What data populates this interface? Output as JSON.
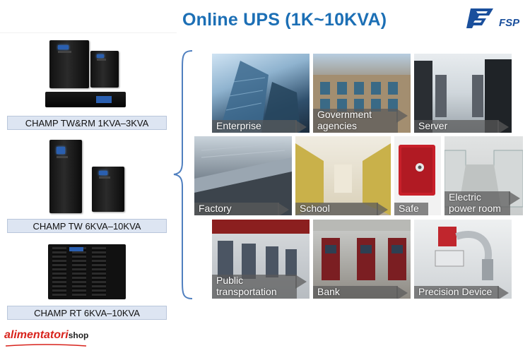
{
  "header": {
    "title": "Online UPS (1K~10KVA)",
    "brand_text": "FSP"
  },
  "products": [
    {
      "label": "CHAMP TW&RM 1KVA–3KVA"
    },
    {
      "label": "CHAMP TW 6KVA–10KVA"
    },
    {
      "label": "CHAMP RT 6KVA–10KVA"
    }
  ],
  "applications": {
    "row1": [
      {
        "lines": [
          "Enterprise"
        ]
      },
      {
        "lines": [
          "Government",
          "agencies"
        ]
      },
      {
        "lines": [
          "Server"
        ]
      }
    ],
    "row2": [
      {
        "lines": [
          "Factory"
        ]
      },
      {
        "lines": [
          "School"
        ]
      },
      {
        "lines": [
          "Safe"
        ]
      },
      {
        "lines": [
          "Electric",
          "power room"
        ]
      }
    ],
    "row3": [
      {
        "lines": [
          "Public",
          "transportation"
        ]
      },
      {
        "lines": [
          "Bank"
        ]
      },
      {
        "lines": [
          "Precision Device"
        ]
      }
    ]
  },
  "footer": {
    "shop_name": "alimentatori",
    "shop_suffix": "shop"
  },
  "colors": {
    "title": "#1c6fb5",
    "brand": "#1a4f9c",
    "label_bg": "#dde5f2",
    "shop_red": "#d8231c"
  }
}
